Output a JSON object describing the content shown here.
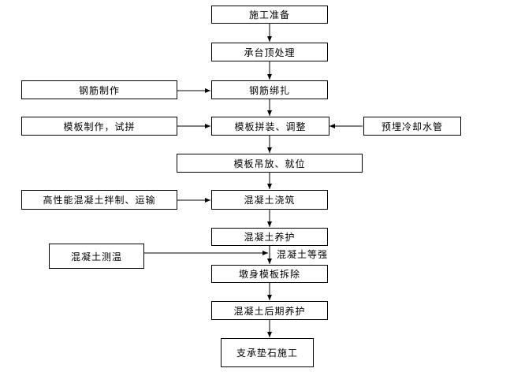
{
  "main_steps": [
    "施工准备",
    "承台顶处理",
    "钢筋绑扎",
    "模板拼装、调整",
    "模板吊放、就位",
    "混凝土浇筑",
    "混凝土养护",
    "墩身模板拆除",
    "混凝土后期养护",
    "支承垫石施工"
  ],
  "side_inputs_left": [
    "钢筋制作",
    "模板制作，试拼",
    "高性能混凝土拌制、运输",
    "混凝土测温"
  ],
  "side_input_right": "预埋冷却水管",
  "inline_label": "混凝土等强"
}
